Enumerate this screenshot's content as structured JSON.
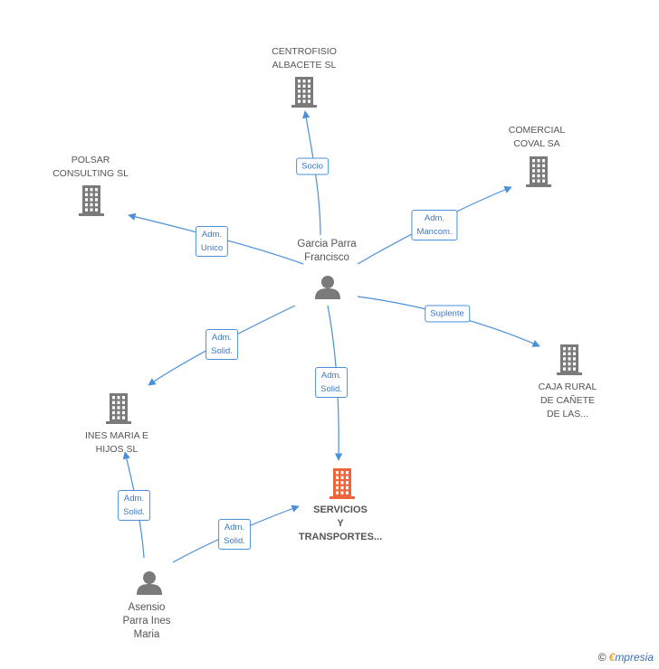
{
  "colors": {
    "edge": "#4a90d9",
    "company": "#7a7a7a",
    "focus_company": "#f0643c",
    "person": "#7a7a7a"
  },
  "nodes": [
    {
      "id": "centrofisio",
      "type": "company-icon",
      "label": "CENTROFISIO\nALBACETE SL"
    },
    {
      "id": "comercial",
      "type": "company-icon",
      "label": "COMERCIAL\nCOVAL SA"
    },
    {
      "id": "polsar",
      "type": "company-icon",
      "label": "POLSAR\nCONSULTING  SL"
    },
    {
      "id": "garcia",
      "type": "person-icon",
      "label": "Garcia Parra\nFrancisco"
    },
    {
      "id": "caja",
      "type": "company-icon",
      "label": "CAJA RURAL\nDE CAÑETE\nDE LAS..."
    },
    {
      "id": "ines",
      "type": "company-icon",
      "label": "INES MARIA E\nHIJOS SL"
    },
    {
      "id": "servicios",
      "type": "company-icon",
      "focus": true,
      "label": "SERVICIOS\nY\nTRANSPORTES..."
    },
    {
      "id": "asensio",
      "type": "person-icon",
      "label": "Asensio\nParra Ines\nMaria"
    }
  ],
  "edges": [
    {
      "id": "e1",
      "from": "garcia",
      "to": "centrofisio",
      "label": "Socio"
    },
    {
      "id": "e2",
      "from": "garcia",
      "to": "comercial",
      "label": "Adm.\nMancom."
    },
    {
      "id": "e3",
      "from": "garcia",
      "to": "polsar",
      "label": "Adm.\nUnico"
    },
    {
      "id": "e4",
      "from": "garcia",
      "to": "caja",
      "label": "Suplente"
    },
    {
      "id": "e5",
      "from": "garcia",
      "to": "ines",
      "label": "Adm.\nSolid."
    },
    {
      "id": "e6",
      "from": "garcia",
      "to": "servicios",
      "label": "Adm.\nSolid."
    },
    {
      "id": "e7",
      "from": "asensio",
      "to": "ines",
      "label": "Adm.\nSolid."
    },
    {
      "id": "e8",
      "from": "asensio",
      "to": "servicios",
      "label": "Adm.\nSolid."
    }
  ],
  "watermark": {
    "copyright": "©",
    "brand_initial": "€",
    "brand_rest": "mpresia"
  }
}
